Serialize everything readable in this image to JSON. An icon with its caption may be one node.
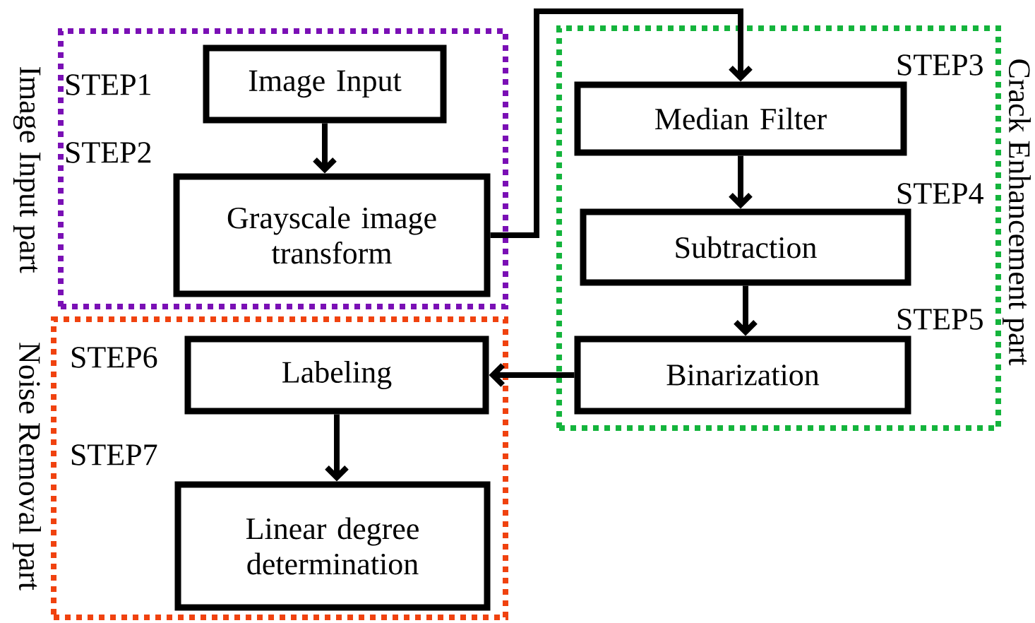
{
  "diagram": {
    "nodes": [
      {
        "text": [
          "Image Input part"
        ]
      },
      {
        "text": [
          "Image Input"
        ],
        "in": 0,
        "beside": [
          "STEP1"
        ]
      },
      {
        "text": [
          "Grayscale image transform"
        ],
        "in": 0,
        "beside": [
          "STEP2"
        ]
      },
      {
        "text": [
          "Crack Enhancement part"
        ]
      },
      {
        "text": [
          "Median Filter"
        ],
        "in": 3,
        "beside": [
          "STEP3"
        ]
      },
      {
        "text": [
          "Subtraction"
        ],
        "in": 3,
        "beside": [
          "STEP4"
        ]
      },
      {
        "text": [
          "Binarization"
        ],
        "in": 3,
        "beside": [
          "STEP5"
        ]
      },
      {
        "text": [
          "Noise Removal part"
        ]
      },
      {
        "text": [
          "Labeling"
        ],
        "in": 7,
        "beside": [
          "STEP6"
        ]
      },
      {
        "text": [
          "Linear degree determination"
        ],
        "in": 7,
        "beside": [
          "STEP7"
        ]
      }
    ],
    "edges": [
      {
        "from": 1,
        "to": 2,
        "arrow": "to"
      },
      {
        "from": 2,
        "to": 4,
        "arrow": "to"
      },
      {
        "from": 4,
        "to": 5,
        "arrow": "to"
      },
      {
        "from": 5,
        "to": 6,
        "arrow": "to"
      },
      {
        "from": 6,
        "to": 8,
        "arrow": "to"
      },
      {
        "from": 8,
        "to": 9,
        "arrow": "to"
      }
    ]
  }
}
